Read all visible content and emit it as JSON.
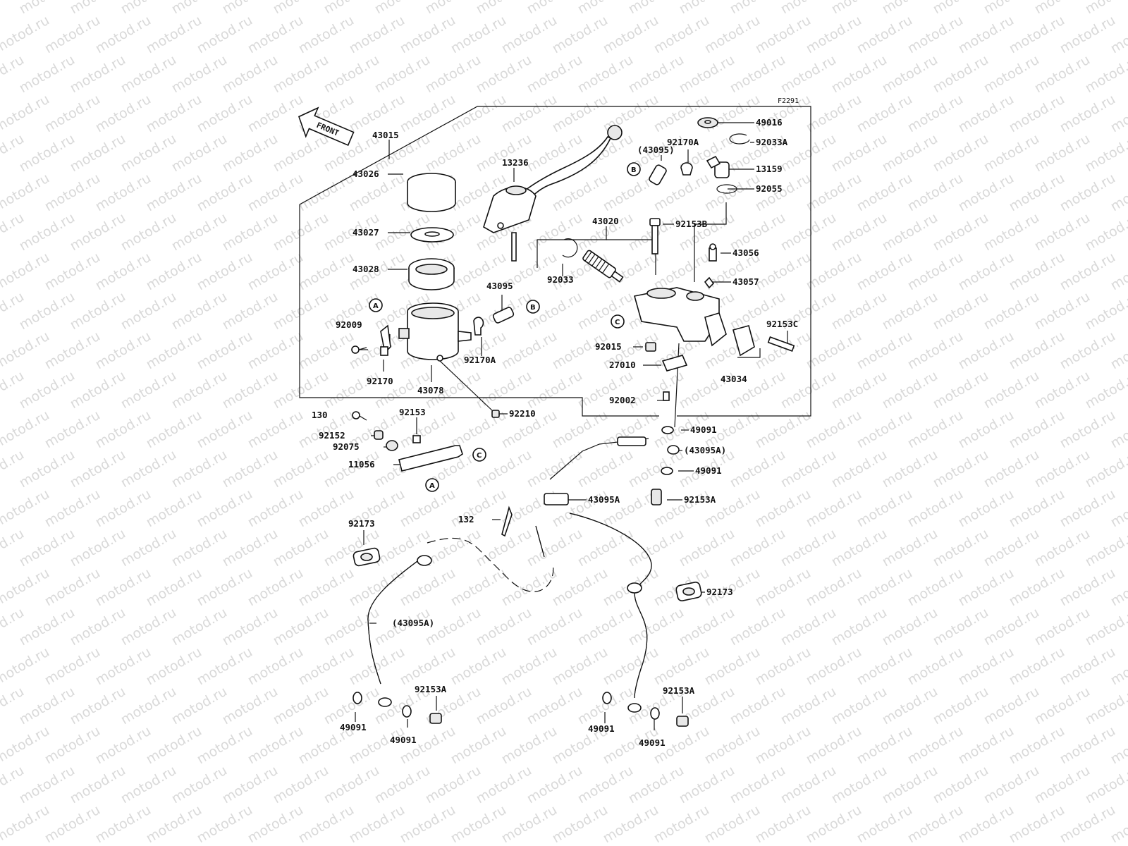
{
  "figure_code": "F2291",
  "front_label": "FRONT",
  "watermark": "motod.ru",
  "colors": {
    "line": "#111111",
    "watermark": "#d9d9d9",
    "background": "#ffffff"
  },
  "part_labels": [
    {
      "id": "49016",
      "text": "49016"
    },
    {
      "id": "92033A",
      "text": "92033A"
    },
    {
      "id": "92170A-top",
      "text": "92170A"
    },
    {
      "id": "43095-paren",
      "text": "(43095)"
    },
    {
      "id": "13159",
      "text": "13159"
    },
    {
      "id": "92055",
      "text": "92055"
    },
    {
      "id": "43015",
      "text": "43015"
    },
    {
      "id": "13236",
      "text": "13236"
    },
    {
      "id": "43026",
      "text": "43026"
    },
    {
      "id": "43027",
      "text": "43027"
    },
    {
      "id": "43028",
      "text": "43028"
    },
    {
      "id": "43020",
      "text": "43020"
    },
    {
      "id": "92153B",
      "text": "92153B"
    },
    {
      "id": "43056",
      "text": "43056"
    },
    {
      "id": "92033",
      "text": "92033"
    },
    {
      "id": "43057",
      "text": "43057"
    },
    {
      "id": "43095",
      "text": "43095"
    },
    {
      "id": "92009",
      "text": "92009"
    },
    {
      "id": "92153C",
      "text": "92153C"
    },
    {
      "id": "92170A-mid",
      "text": "92170A"
    },
    {
      "id": "92015",
      "text": "92015"
    },
    {
      "id": "27010",
      "text": "27010"
    },
    {
      "id": "92170",
      "text": "92170"
    },
    {
      "id": "43034",
      "text": "43034"
    },
    {
      "id": "43078",
      "text": "43078"
    },
    {
      "id": "92002",
      "text": "92002"
    },
    {
      "id": "130",
      "text": "130"
    },
    {
      "id": "92153",
      "text": "92153"
    },
    {
      "id": "92210",
      "text": "92210"
    },
    {
      "id": "92152",
      "text": "92152"
    },
    {
      "id": "49091-a",
      "text": "49091"
    },
    {
      "id": "92075",
      "text": "92075"
    },
    {
      "id": "43095A-paren-top",
      "text": "(43095A)"
    },
    {
      "id": "11056",
      "text": "11056"
    },
    {
      "id": "49091-b",
      "text": "49091"
    },
    {
      "id": "43095A",
      "text": "43095A"
    },
    {
      "id": "92153A-top",
      "text": "92153A"
    },
    {
      "id": "132",
      "text": "132"
    },
    {
      "id": "92173-left",
      "text": "92173"
    },
    {
      "id": "92173-right",
      "text": "92173"
    },
    {
      "id": "43095A-paren-low",
      "text": "(43095A)"
    },
    {
      "id": "92153A-left",
      "text": "92153A"
    },
    {
      "id": "92153A-right",
      "text": "92153A"
    },
    {
      "id": "49091-c",
      "text": "49091"
    },
    {
      "id": "49091-d",
      "text": "49091"
    },
    {
      "id": "49091-e",
      "text": "49091"
    },
    {
      "id": "49091-f",
      "text": "49091"
    }
  ],
  "ref_markers": [
    "A",
    "B",
    "C"
  ]
}
